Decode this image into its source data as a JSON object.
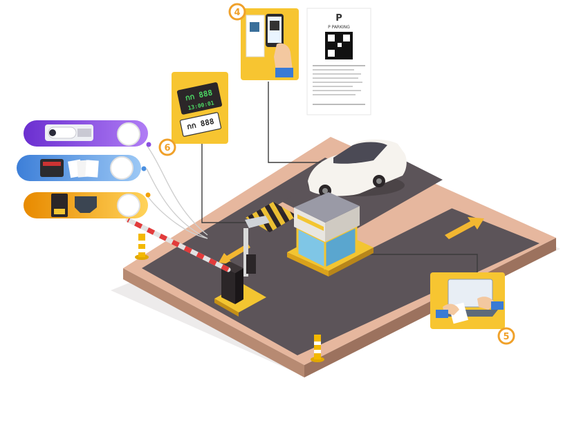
{
  "badges": {
    "ticket_step": "4",
    "staff_step": "5",
    "plate_step": "6"
  },
  "ticket": {
    "brand": "P PARKING"
  },
  "plate_display": {
    "screen_top": "กก 888",
    "screen_bottom": "13:00:01",
    "plate_text": "กก 888"
  },
  "device_panels": [
    {
      "id": "camera",
      "color": "#7a3fd6"
    },
    {
      "id": "card-reader",
      "color": "#4a8fe0"
    },
    {
      "id": "dispenser",
      "color": "#f2a20a"
    }
  ],
  "colors": {
    "accent_yellow": "#f7c531",
    "road": "#5c5459",
    "sidewalk": "#e6b79e",
    "badge_orange": "#f0a12a"
  }
}
